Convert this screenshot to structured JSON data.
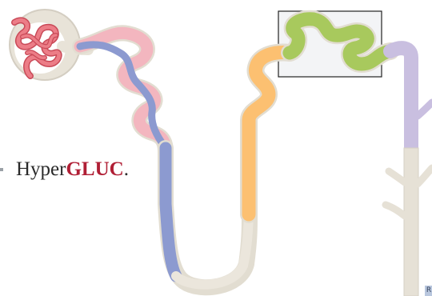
{
  "label": {
    "prefix": "Hyper",
    "emphasis": "GLUC",
    "suffix": "."
  },
  "corner_glyph": "R",
  "colors": {
    "capsule": "#ece8df",
    "capsule_outline": "#d4cec2",
    "glomerulus": "#ec7d87",
    "glomerulus_dark": "#c94a58",
    "proximal_pink": "#f3b6bf",
    "proximal_blue": "#8c9ad0",
    "loop_base": "#e2ddd1",
    "ascending_orange": "#fcc071",
    "distal_green": "#a8c95d",
    "highlight_box_fill": "#f3f4f6",
    "highlight_box_stroke": "#222222",
    "collecting_duct": "#c9bfe0",
    "collecting_base": "#e6e1d6",
    "label_accent": "#b01f35"
  }
}
